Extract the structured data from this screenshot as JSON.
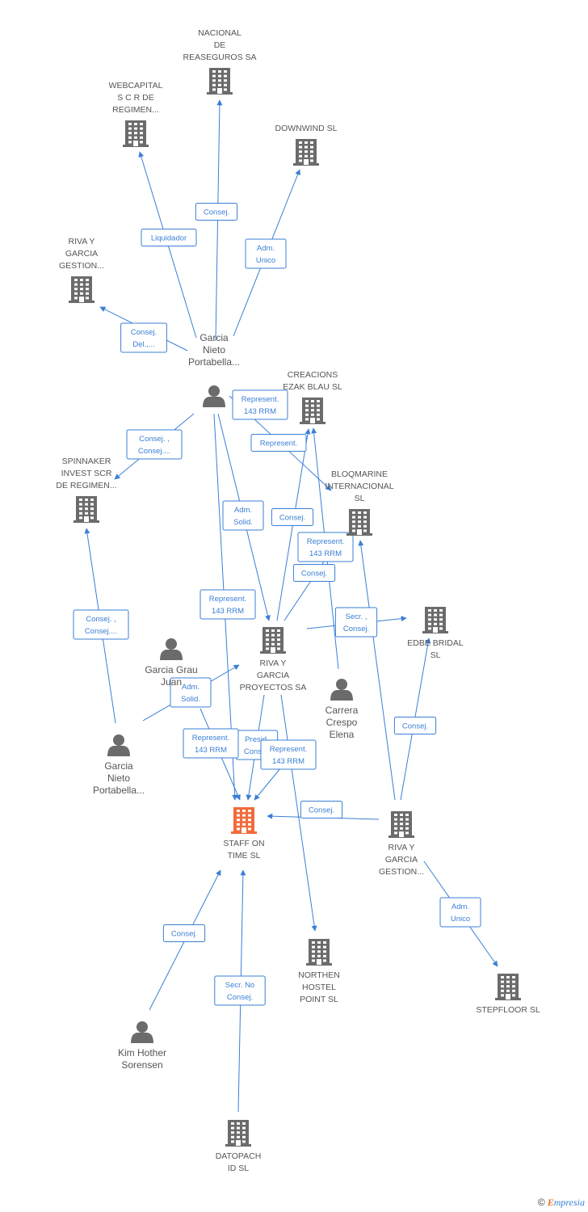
{
  "colors": {
    "edge": "#3a7fd5",
    "building": "#6b6b6b",
    "building_highlight": "#f26b3a",
    "person": "#6b6b6b",
    "label_text": "#555555"
  },
  "nodes": [
    {
      "id": "nacional",
      "type": "company",
      "label": [
        "NACIONAL",
        "DE",
        "REASEGUROS SA"
      ]
    },
    {
      "id": "webcapital",
      "type": "company",
      "label": [
        "WEBCAPITAL",
        "S C R DE",
        "REGIMEN..."
      ]
    },
    {
      "id": "downwind",
      "type": "company",
      "label": [
        "DOWNWIND SL"
      ]
    },
    {
      "id": "rivagestion1",
      "type": "company",
      "label": [
        "RIVA Y",
        "GARCIA",
        "GESTION..."
      ]
    },
    {
      "id": "garcianieto1",
      "type": "person",
      "label": [
        "Garcia",
        "Nieto",
        "Portabella..."
      ]
    },
    {
      "id": "creacions",
      "type": "company",
      "label": [
        "CREACIONS",
        "EZAK BLAU SL"
      ]
    },
    {
      "id": "spinnaker",
      "type": "company",
      "label": [
        "SPINNAKER",
        "INVEST SCR",
        "DE REGIMEN..."
      ]
    },
    {
      "id": "bloqmarine",
      "type": "company",
      "label": [
        "BLOQMARINE",
        "INTERNACIONAL",
        "SL"
      ]
    },
    {
      "id": "edbe",
      "type": "company",
      "label": [
        "EDBE BRIDAL",
        "SL"
      ]
    },
    {
      "id": "rivaproyectos",
      "type": "company",
      "label": [
        "RIVA Y",
        "GARCIA",
        "PROYECTOS SA"
      ]
    },
    {
      "id": "garciagrau",
      "type": "person",
      "label": [
        "Garcia Grau",
        "Juan"
      ]
    },
    {
      "id": "carrera",
      "type": "person",
      "label": [
        "Carrera",
        "Crespo",
        "Elena"
      ]
    },
    {
      "id": "garcianieto2",
      "type": "person",
      "label": [
        "Garcia",
        "Nieto",
        "Portabella..."
      ]
    },
    {
      "id": "staffon",
      "type": "company",
      "highlight": true,
      "label": [
        "STAFF ON",
        "TIME SL"
      ]
    },
    {
      "id": "rivagestion2",
      "type": "company",
      "label": [
        "RIVA Y",
        "GARCIA",
        "GESTION..."
      ]
    },
    {
      "id": "northen",
      "type": "company",
      "label": [
        "NORTHEN",
        "HOSTEL",
        "POINT SL"
      ]
    },
    {
      "id": "stepfloor",
      "type": "company",
      "label": [
        "STEPFLOOR SL"
      ]
    },
    {
      "id": "kimhother",
      "type": "person",
      "label": [
        "Kim Hother",
        "Sorensen"
      ]
    },
    {
      "id": "datopach",
      "type": "company",
      "label": [
        "DATOPACH",
        "ID SL"
      ]
    }
  ],
  "edges": [
    {
      "from": "garcianieto1",
      "to": "nacional",
      "label": [
        "Consej."
      ]
    },
    {
      "from": "garcianieto1",
      "to": "webcapital",
      "label": [
        "Liquidador"
      ]
    },
    {
      "from": "garcianieto1",
      "to": "downwind",
      "label": [
        "Adm.",
        "Unico"
      ]
    },
    {
      "from": "garcianieto1",
      "to": "rivagestion1",
      "label": [
        "Consej.",
        "Del.,..."
      ]
    },
    {
      "from": "garcianieto1",
      "to": "spinnaker",
      "label": [
        "Consej. ,",
        "Consej...."
      ]
    },
    {
      "from": "garcianieto1",
      "to": "bloqmarine",
      "label": [
        "Represent.",
        "143 RRM"
      ]
    },
    {
      "from": "garcianieto1",
      "to": "rivaproyectos",
      "label": [
        "Adm.",
        "Solid."
      ]
    },
    {
      "from": "garcianieto1",
      "to": "staffon",
      "label": [
        "Represent.",
        "143 RRM"
      ]
    },
    {
      "from": "rivaproyectos",
      "to": "creacions",
      "label": [
        "Consej."
      ]
    },
    {
      "from": "rivaproyectos",
      "to": "bloqmarine",
      "label": [
        "Consej."
      ]
    },
    {
      "from": "rivaproyectos",
      "to": "edbe",
      "label": [
        "Secr. ,",
        "Consej."
      ]
    },
    {
      "from": "rivaproyectos",
      "to": "staffon",
      "label": [
        "Presid.",
        "Consej."
      ]
    },
    {
      "from": "rivaproyectos",
      "to": "northen",
      "label": []
    },
    {
      "from": "carrera",
      "to": "creacions",
      "label": [
        "Represent."
      ]
    },
    {
      "from": "carrera",
      "to": "staffon",
      "label": [
        "Represent.",
        "143 RRM"
      ]
    },
    {
      "from": "garciagrau",
      "to": "rivaproyectos",
      "label": [
        "Adm.",
        "Solid."
      ]
    },
    {
      "from": "garciagrau",
      "to": "staffon",
      "label": [
        "Represent.",
        "143 RRM"
      ]
    },
    {
      "from": "garcianieto2",
      "to": "spinnaker",
      "label": [
        "Consej. ,",
        "Consej...."
      ]
    },
    {
      "from": "rivagestion2",
      "to": "bloqmarine",
      "label": [
        "Represent.",
        "143 RRM"
      ]
    },
    {
      "from": "rivagestion2",
      "to": "edbe",
      "label": [
        "Consej."
      ]
    },
    {
      "from": "rivagestion2",
      "to": "staffon",
      "label": [
        "Consej."
      ]
    },
    {
      "from": "rivagestion2",
      "to": "stepfloor",
      "label": [
        "Adm.",
        "Unico"
      ]
    },
    {
      "from": "kimhother",
      "to": "staffon",
      "label": [
        "Consej."
      ]
    },
    {
      "from": "datopach",
      "to": "staffon",
      "label": [
        "Secr.  No",
        "Consej."
      ]
    }
  ],
  "watermark": {
    "copyright": "©",
    "brand_initial": "E",
    "brand_rest": "mpresia"
  }
}
